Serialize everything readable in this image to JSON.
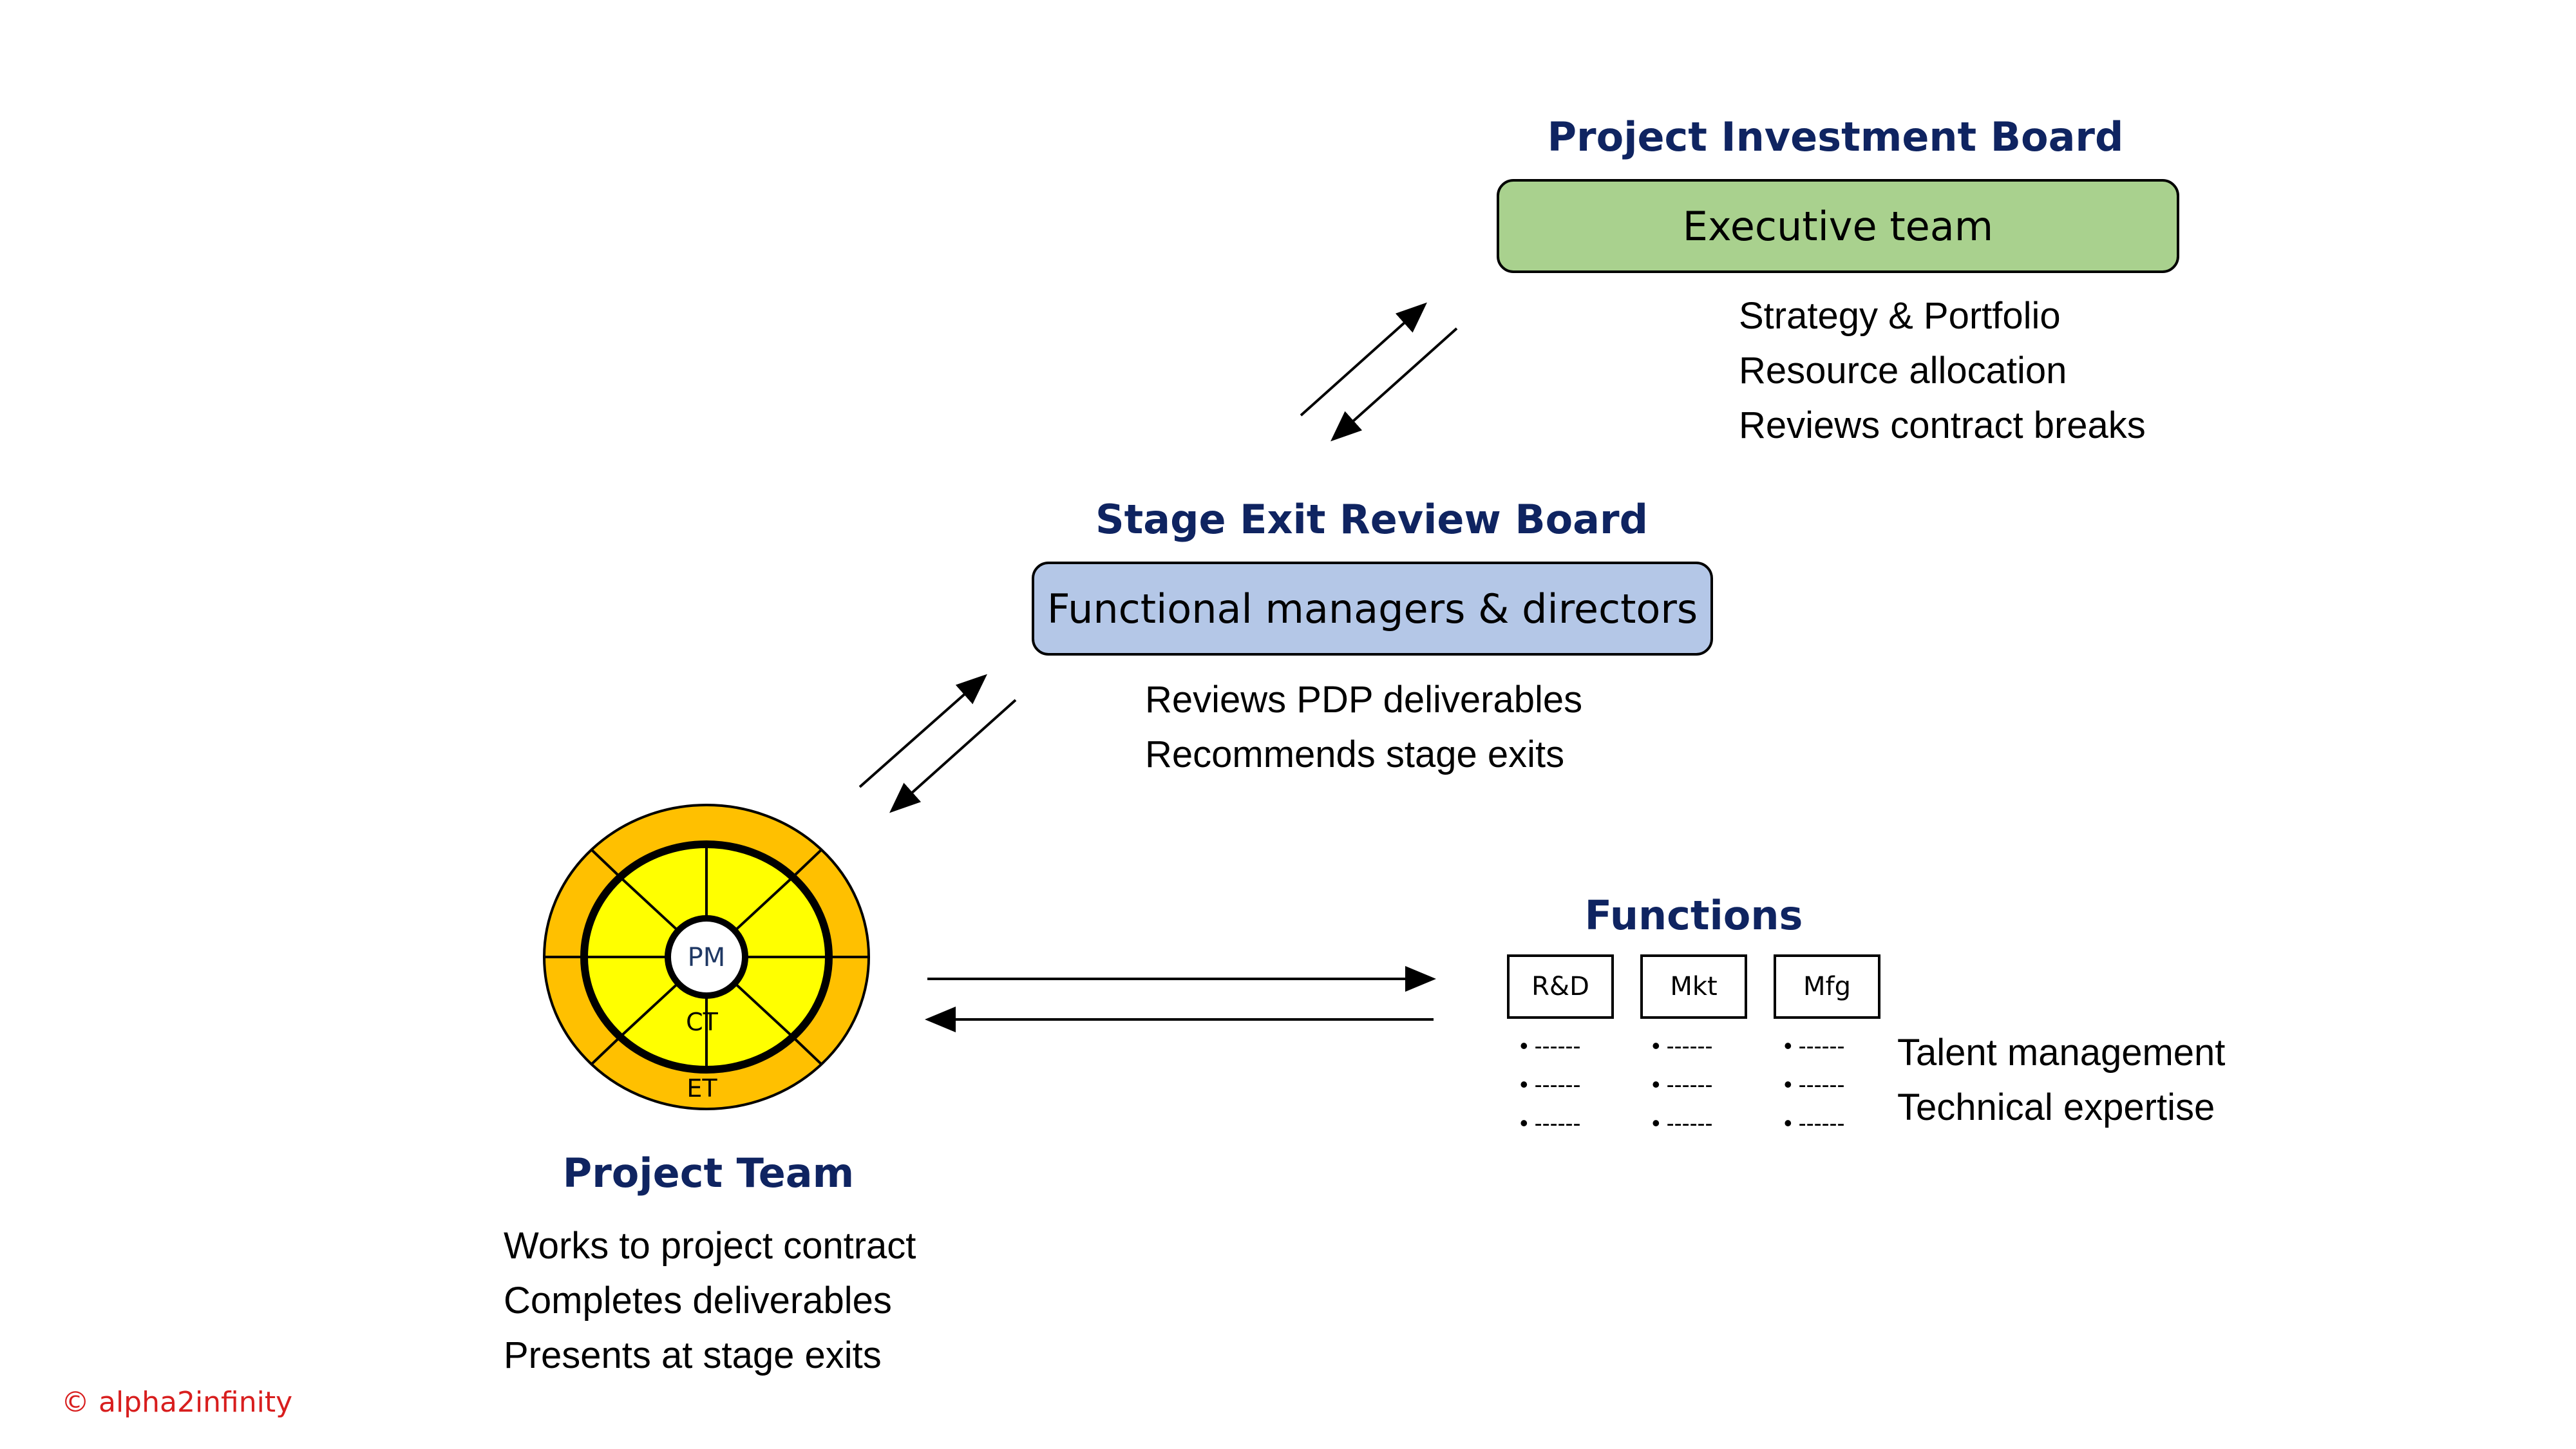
{
  "investment_board": {
    "title": "Project Investment Board",
    "box_label": "Executive team",
    "box_color": "#a9d18e",
    "duties": [
      "Strategy & Portfolio",
      "Resource allocation",
      "Reviews contract breaks"
    ]
  },
  "review_board": {
    "title": "Stage Exit Review Board",
    "box_label": "Functional managers & directors",
    "box_color": "#b4c7e7",
    "duties": [
      "Reviews PDP deliverables",
      "Recommends stage exits"
    ]
  },
  "functions": {
    "title": "Functions",
    "boxes": [
      "R&D",
      "Mkt",
      "Mfg"
    ],
    "bullet_text": "• ------",
    "duties": [
      "Talent management",
      "Technical expertise"
    ]
  },
  "project_team": {
    "title": "Project Team",
    "inner_label": "PM",
    "middle_label": "CT",
    "outer_label": "ET",
    "outer_color": "#ffc000",
    "middle_color": "#ffff00",
    "duties": [
      "Works to project contract",
      "Completes deliverables",
      "Presents at stage exits"
    ]
  },
  "title_color": "#0f2461",
  "copyright": "© alpha2infinity"
}
